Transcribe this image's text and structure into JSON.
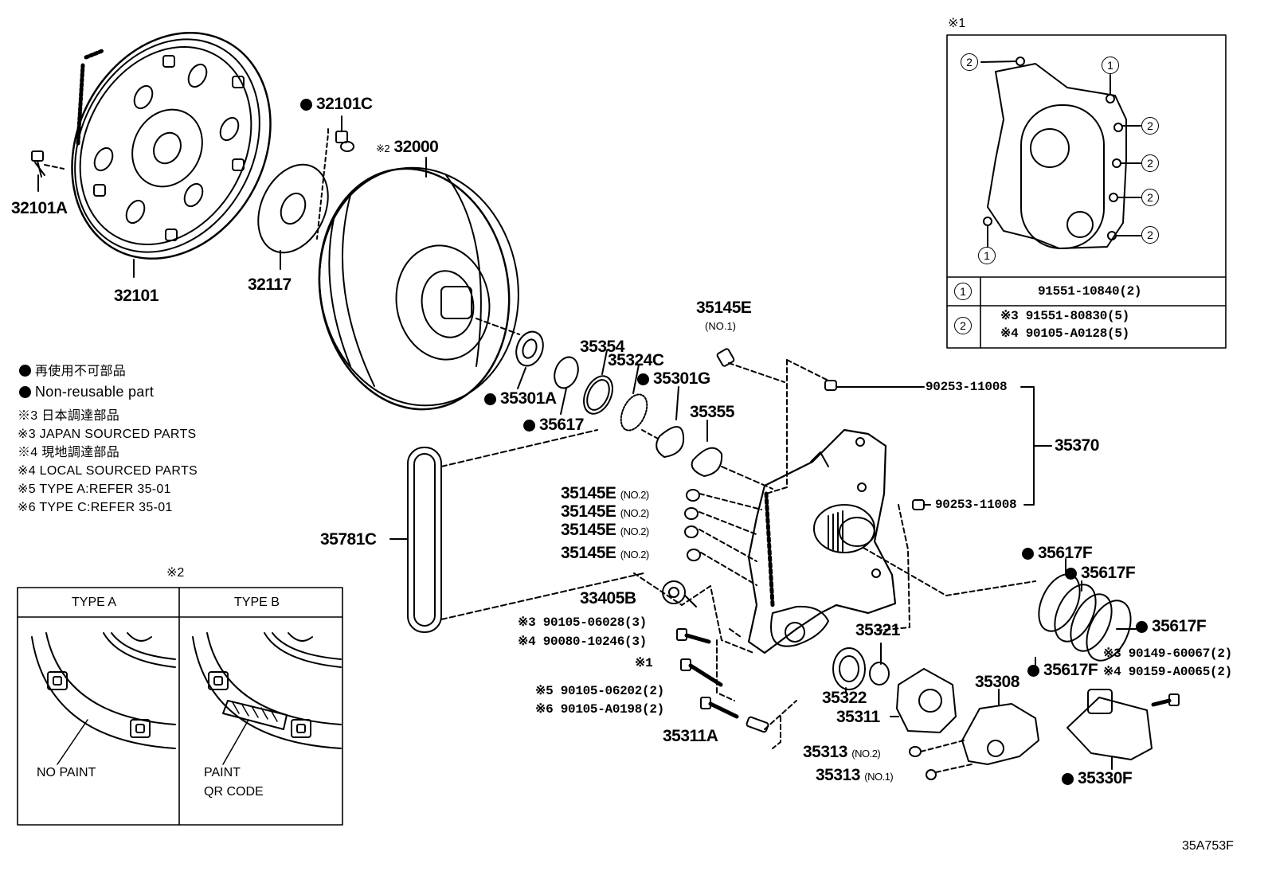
{
  "diagram_id": "35A753F",
  "legend": {
    "non_reusable_jp": "再使用不可部品",
    "non_reusable_en": "Non-reusable part",
    "note3_jp": "※3 日本調達部品",
    "note3_en": "※3 JAPAN SOURCED PARTS",
    "note4_jp": "※4 現地調達部品",
    "note4_en": "※4 LOCAL SOURCED PARTS",
    "note5": "※5 TYPE A:REFER 35-01",
    "note6": "※6 TYPE C:REFER 35-01"
  },
  "parts": {
    "p32101A": "32101A",
    "p32101": "32101",
    "p32101C": "32101C",
    "p32117": "32117",
    "p32000": "32000",
    "p32000_note": "※2",
    "p35301A": "35301A",
    "p35617": "35617",
    "p35354": "35354",
    "p35324C": "35324C",
    "p35301G": "35301G",
    "p35355": "35355",
    "p35145E_top": "35145E",
    "p35145E_top_sub": "(NO.1)",
    "p35145E_a": "35145E",
    "p35145E_b": "35145E",
    "p35145E_c": "35145E",
    "p35145E_d": "35145E",
    "no2": "(NO.2)",
    "p35781C": "35781C",
    "p33405B": "33405B",
    "b90105_06028": "※3 90105-06028(3)",
    "b90080_10246": "※4 90080-10246(3)",
    "b_note1": "※1",
    "b90105_06202": "※5 90105-06202(2)",
    "b90105_A0198": "※6 90105-A0198(2)",
    "p35311A": "35311A",
    "p90253_11008_top": "90253-11008",
    "p90253_11008_bot": "90253-11008",
    "p35370": "35370",
    "p35617F_1": "35617F",
    "p35617F_2": "35617F",
    "p35617F_3": "35617F",
    "p35617F_4": "35617F",
    "b90149_60067": "※3 90149-60067(2)",
    "b90159_A0065": "※4 90159-A0065(2)",
    "p35321": "35321",
    "p35322": "35322",
    "p35311": "35311",
    "p35308": "35308",
    "p35313_a": "35313",
    "p35313_a_sub": "(NO.2)",
    "p35313_b": "35313",
    "p35313_b_sub": "(NO.1)",
    "p35330F": "35330F"
  },
  "inset1": {
    "title": "※1",
    "callout_1": "1",
    "callout_2": "2",
    "row1_key": "1",
    "row1_part": "91551-10840(2)",
    "row2_key": "2",
    "row2_part_a": "※3 91551-80830(5)",
    "row2_part_b": "※4 90105-A0128(5)"
  },
  "inset2": {
    "title": "※2",
    "type_a": "TYPE A",
    "type_b": "TYPE B",
    "no_paint": "NO PAINT",
    "paint": "PAINT",
    "qr_code": "QR CODE"
  }
}
